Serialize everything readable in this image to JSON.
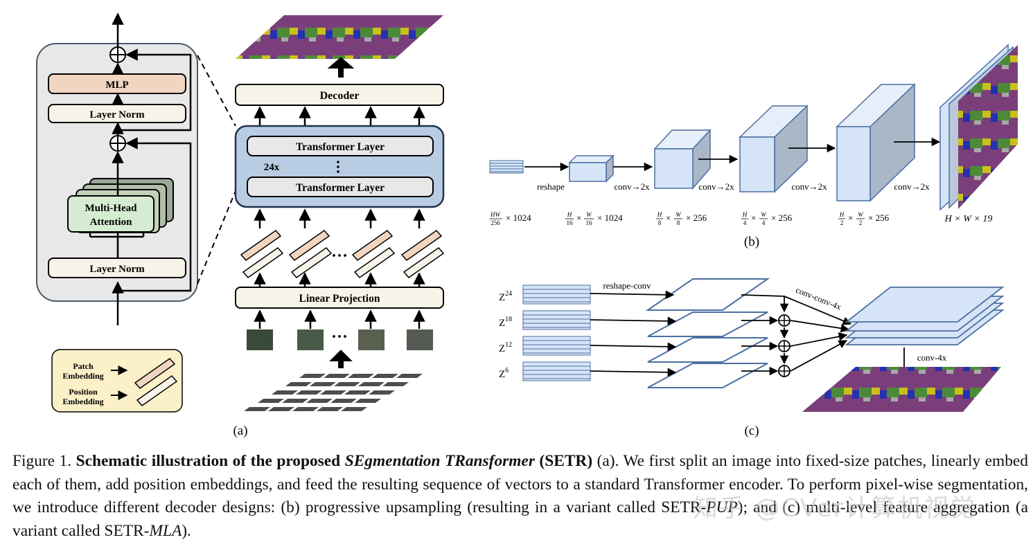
{
  "panel_a": {
    "encoder": {
      "mlp": "MLP",
      "layer_norm_top": "Layer Norm",
      "attention_line1": "Multi-Head",
      "attention_line2": "Attention",
      "layer_norm_bottom": "Layer Norm"
    },
    "legend": {
      "patch_line1": "Patch",
      "patch_line2": "Embedding",
      "position_line1": "Position",
      "position_line2": "Embedding"
    },
    "pipeline": {
      "decoder": "Decoder",
      "transformer_layer_top": "Transformer Layer",
      "repeat": "24x",
      "transformer_layer_bottom": "Transformer Layer",
      "linear_projection": "Linear Projection",
      "ellipsis": "···"
    },
    "label": "(a)"
  },
  "panel_b": {
    "steps": [
      "reshape",
      "conv→2x",
      "conv→2x",
      "conv→2x",
      "conv→2x"
    ],
    "shapes": [
      {
        "frac_num": "HW",
        "frac_den": "256",
        "rest": "× 1024"
      },
      {
        "frac_num": "H",
        "frac_den": "16",
        "frac2_num": "W",
        "frac2_den": "16",
        "rest": "× 1024"
      },
      {
        "frac_num": "H",
        "frac_den": "8",
        "frac2_num": "W",
        "frac2_den": "8",
        "rest": "× 256"
      },
      {
        "frac_num": "H",
        "frac_den": "4",
        "frac2_num": "W",
        "frac2_den": "4",
        "rest": "× 256"
      },
      {
        "frac_num": "H",
        "frac_den": "2",
        "frac2_num": "W",
        "frac2_den": "2",
        "rest": "× 256"
      }
    ],
    "final_shape": "H × W × 19",
    "label": "(b)"
  },
  "panel_c": {
    "z_labels": [
      {
        "base": "Z",
        "sup": "24"
      },
      {
        "base": "Z",
        "sup": "18"
      },
      {
        "base": "Z",
        "sup": "12"
      },
      {
        "base": "Z",
        "sup": "6"
      }
    ],
    "reshape_conv": "reshape-conv",
    "conv_conv_4x": "conv-conv-4x",
    "conv_4x": "conv-4x",
    "label": "(c)"
  },
  "caption": {
    "prefix": "Figure 1.",
    "bold_part": "Schematic illustration of the proposed",
    "bold_italic": "SEgmentation TRansformer",
    "bold_setr": "(SETR)",
    "text1": " (a). We first split an image into fixed-size patches, linearly embed each of them, add position embeddings, and feed the resulting sequence of vectors to a standard Transformer encoder. To perform pixel-wise segmentation, we introduce different decoder designs: (b) progressive upsampling (resulting in a variant called SETR-",
    "pup": "PUP",
    "text2": "); and (c) multi-level feature aggregation (a variant called SETR-",
    "mla": "MLA",
    "text3": ")."
  },
  "watermark": "知乎 @CVer计算机视觉",
  "colors": {
    "encoder_bg": "#e8e8e8",
    "mlp": "#f2d5c0",
    "layer_norm": "#f7f3e9",
    "attention": "#d6ecd2",
    "transformer_block": "#b8cde4",
    "legend_bg": "#fbf0c8",
    "cube_front": "#d6e4f7",
    "cube_side": "#aab7c7"
  }
}
